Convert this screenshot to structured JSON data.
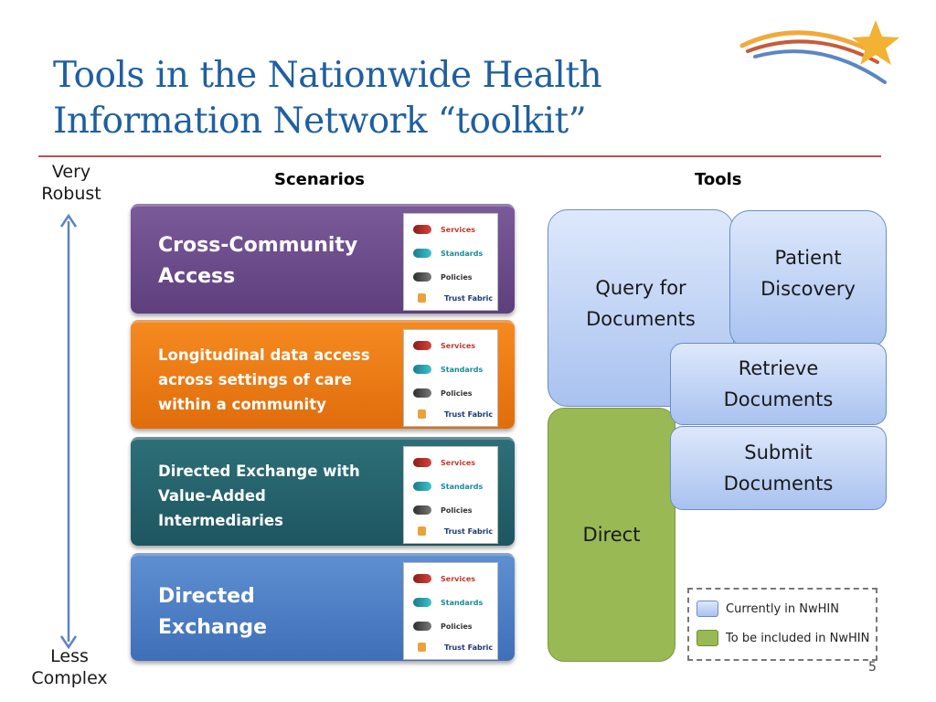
{
  "title_line1": "Tools in the Nationwide Health",
  "title_line2": "Information Network “toolkit”",
  "axis": {
    "top_line1": "Very",
    "top_line2": "Robust",
    "bottom_line1": "Less",
    "bottom_line2": "Complex"
  },
  "columns": {
    "scenarios": "Scenarios",
    "tools": "Tools"
  },
  "scenarios": [
    {
      "line1": "Cross-Community",
      "line2": "Access",
      "line3": "",
      "color": "#6b4b8c"
    },
    {
      "line1": "Longitudinal data access",
      "line2": "across settings of care",
      "line3": "within a community",
      "color": "#f07c14"
    },
    {
      "line1": "Directed Exchange with",
      "line2": "Value-Added",
      "line3": "Intermediaries",
      "color": "#265f69"
    },
    {
      "line1": "Directed",
      "line2": "Exchange",
      "line3": "",
      "color": "#4f7fc4"
    }
  ],
  "scenario_legend": {
    "services": "Services",
    "standards": "Standards",
    "policies": "Policies",
    "trust_fabric": "Trust Fabric"
  },
  "tools": {
    "query_line1": "Query for",
    "query_line2": "Documents",
    "patient_line1": "Patient",
    "patient_line2": "Discovery",
    "retrieve_line1": "Retrieve",
    "retrieve_line2": "Documents",
    "submit_line1": "Submit",
    "submit_line2": "Documents",
    "direct": "Direct"
  },
  "key": {
    "current": "Currently in NwHIN",
    "future": "To be included in NwHIN"
  },
  "colors": {
    "current": "#b8cff3",
    "future": "#98b954",
    "title": "#1f5fa0",
    "rule": "#c0504d"
  },
  "page_number": "5"
}
